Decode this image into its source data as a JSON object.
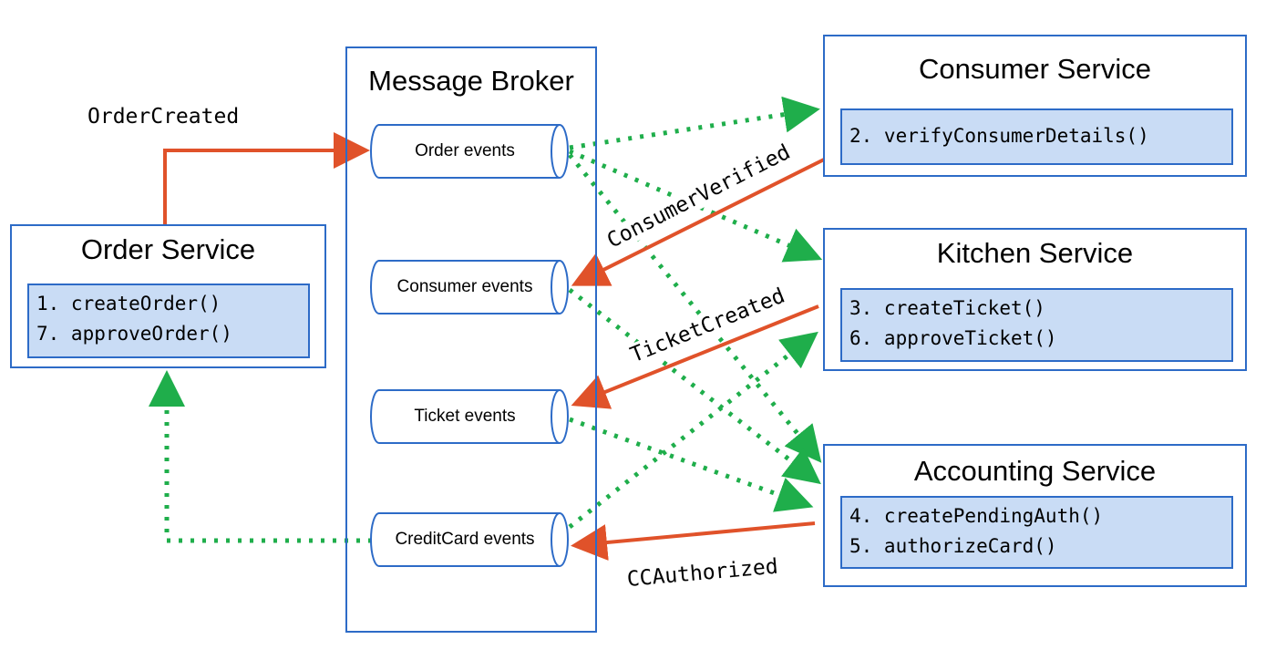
{
  "order_service": {
    "title": "Order Service",
    "methods": [
      "1. createOrder()",
      "7. approveOrder()"
    ]
  },
  "message_broker": {
    "title": "Message Broker",
    "topics": [
      "Order events",
      "Consumer events",
      "Ticket events",
      "CreditCard events"
    ]
  },
  "consumer_service": {
    "title": "Consumer Service",
    "methods": [
      "2. verifyConsumerDetails()"
    ]
  },
  "kitchen_service": {
    "title": "Kitchen Service",
    "methods": [
      "3. createTicket()",
      "6. approveTicket()"
    ]
  },
  "accounting_service": {
    "title": "Accounting Service",
    "methods": [
      "4. createPendingAuth()",
      "5. authorizeCard()"
    ]
  },
  "event_labels": {
    "order_created": "OrderCreated",
    "consumer_verified": "ConsumerVerified",
    "ticket_created": "TicketCreated",
    "cc_authorized": "CCAuthorized"
  },
  "colors": {
    "box_border": "#2d6bc7",
    "method_fill": "#c9dcf5",
    "publish_arrow": "#e0522a",
    "subscribe_arrow": "#1fae4b"
  }
}
